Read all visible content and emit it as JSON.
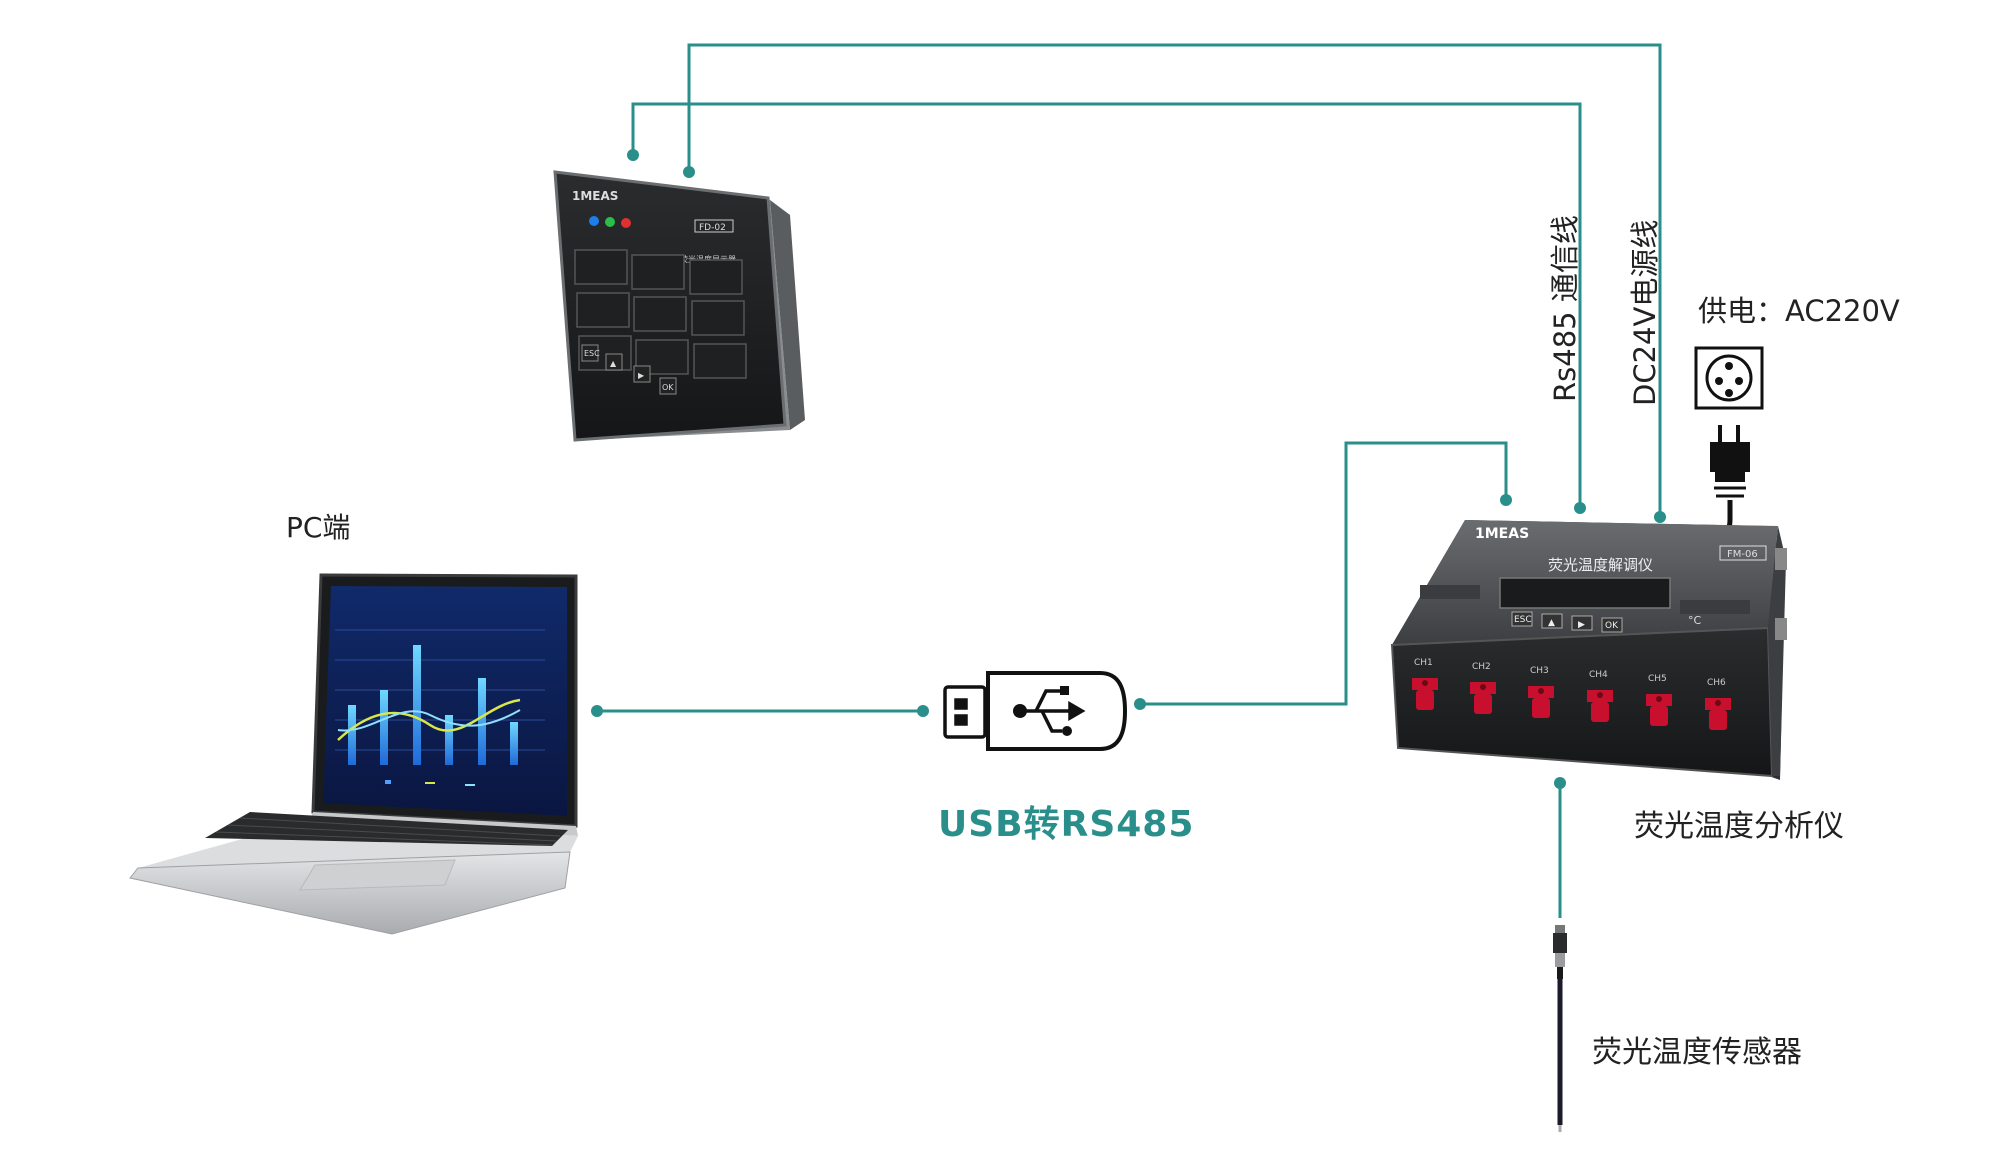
{
  "labels": {
    "pc": "PC端",
    "usb_converter": "USB转RS485",
    "power_supply": "供电：AC220V",
    "rs485_line": "Rs485 通信线",
    "dc24_line": "DC24V电源线",
    "analyzer": "荧光温度分析仪",
    "sensor": "荧光温度传感器"
  },
  "display_unit": {
    "brand": "1MEAS",
    "model": "FD-02",
    "title": "荧光温度显示器",
    "buttons": [
      "ESC",
      "▲",
      "▶",
      "OK"
    ]
  },
  "analyzer_unit": {
    "brand": "1MEAS",
    "model": "FM-06",
    "title": "荧光温度解调仪",
    "unit": "°C",
    "buttons": [
      "ESC",
      "▲",
      "▶",
      "OK"
    ],
    "channels": [
      "CH1",
      "CH2",
      "CH3",
      "CH4",
      "CH5",
      "CH6"
    ]
  },
  "colors": {
    "connector": "#2a8f8a",
    "label_text": "#222222",
    "usb_label": "#2a8f8a",
    "device_body": "#4a4d50",
    "channel_port": "#c8102e"
  }
}
